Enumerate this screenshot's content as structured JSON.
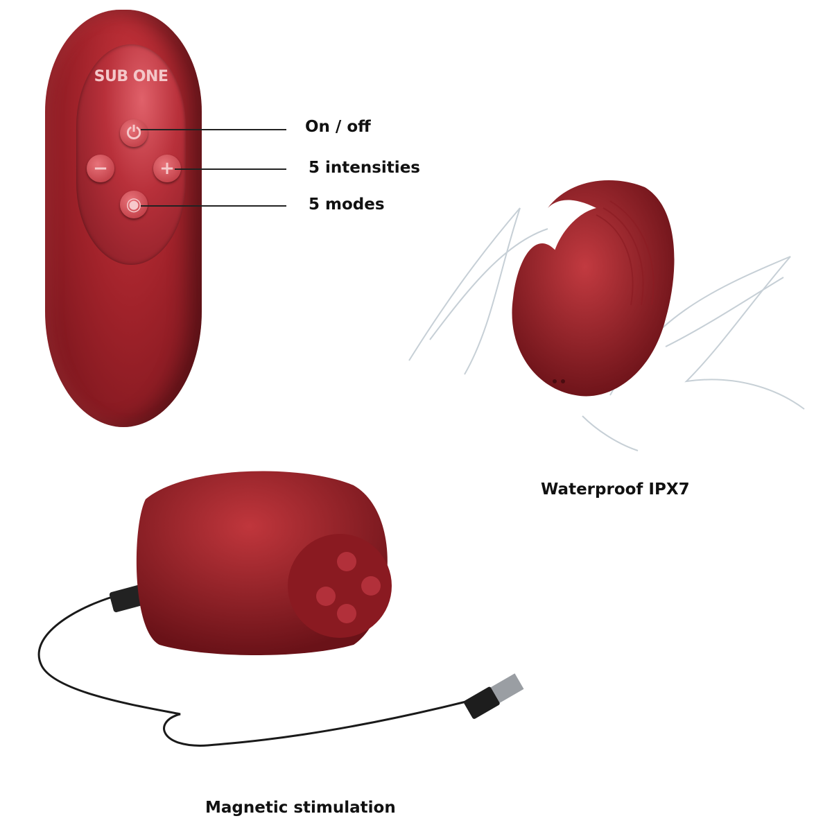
{
  "remote": {
    "brand": "SUB ONE",
    "buttons": [
      {
        "icon": "power-icon",
        "glyph": "⏻"
      },
      {
        "icon": "minus-icon",
        "glyph": "−"
      },
      {
        "icon": "plus-icon",
        "glyph": "+"
      },
      {
        "icon": "mode-icon",
        "glyph": "◉"
      }
    ]
  },
  "callouts": {
    "power": "On / off",
    "intensity": "5 intensities",
    "modes": "5 modes"
  },
  "features": {
    "waterproof": "Waterproof IPX7",
    "magnetic": "Magnetic stimulation"
  },
  "colors": {
    "product_red": "#a0222a",
    "text": "#111111"
  }
}
